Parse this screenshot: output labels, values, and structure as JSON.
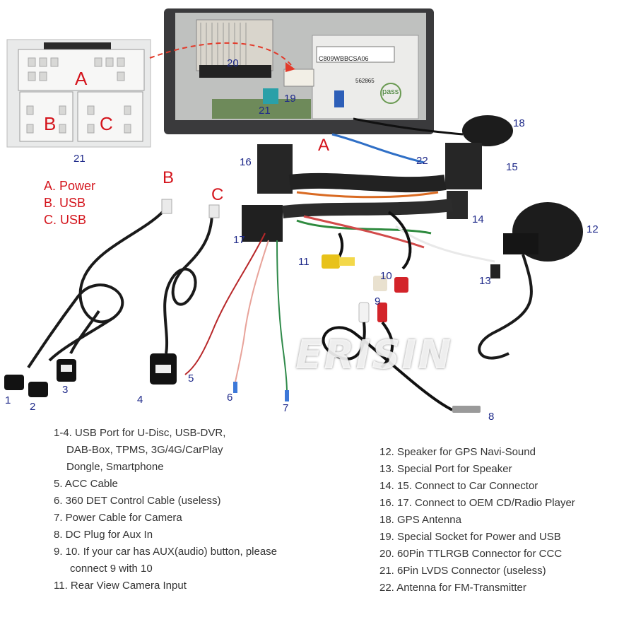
{
  "connector_panel": {
    "letter_a": "A",
    "letter_b": "B",
    "letter_c": "C",
    "number": "21"
  },
  "unit_labels": {
    "label_20": "20",
    "label_19": "19",
    "label_21": "21",
    "sticker_code": "C809WBBCSA06",
    "pass_stamp": "pass",
    "serial": "562865",
    "connector_a": "A"
  },
  "plug_letters": {
    "b": "B",
    "c": "C"
  },
  "legend_abc": [
    "A. Power",
    "B. USB",
    "C. USB"
  ],
  "callouts": [
    "1",
    "2",
    "3",
    "4",
    "5",
    "6",
    "7",
    "8",
    "9",
    "10",
    "11",
    "12",
    "13",
    "14",
    "15",
    "16",
    "17",
    "18",
    "22"
  ],
  "watermark": "ERISIN",
  "left_list": {
    "l1": "1-4. USB Port for U-Disc, USB-DVR,",
    "l2": "DAB-Box, TPMS, 3G/4G/CarPlay",
    "l3": "Dongle, Smartphone",
    "l4": "5. ACC Cable",
    "l5": "6. 360 DET Control Cable (useless)",
    "l6": "7. Power Cable for Camera",
    "l7": "8. DC Plug for Aux In",
    "l8": "9. 10. If your car has AUX(audio) button, please",
    "l9": "connect 9 with 10",
    "l10": "11. Rear View Camera Input"
  },
  "right_list": [
    "12. Speaker for GPS Navi-Sound",
    "13. Special Port for Speaker",
    "14. 15. Connect to Car Connector",
    "16. 17. Connect to OEM CD/Radio Player",
    "18. GPS Antenna",
    "19. Special Socket for Power and USB",
    "20. 60Pin TTLRGB Connector for CCC",
    "21. 6Pin LVDS Connector (useless)",
    "22. Antenna for FM-Transmitter"
  ],
  "colors": {
    "label_blue": "#1f2a8a",
    "accent_red": "#d4141c",
    "text_gray": "#333333"
  }
}
